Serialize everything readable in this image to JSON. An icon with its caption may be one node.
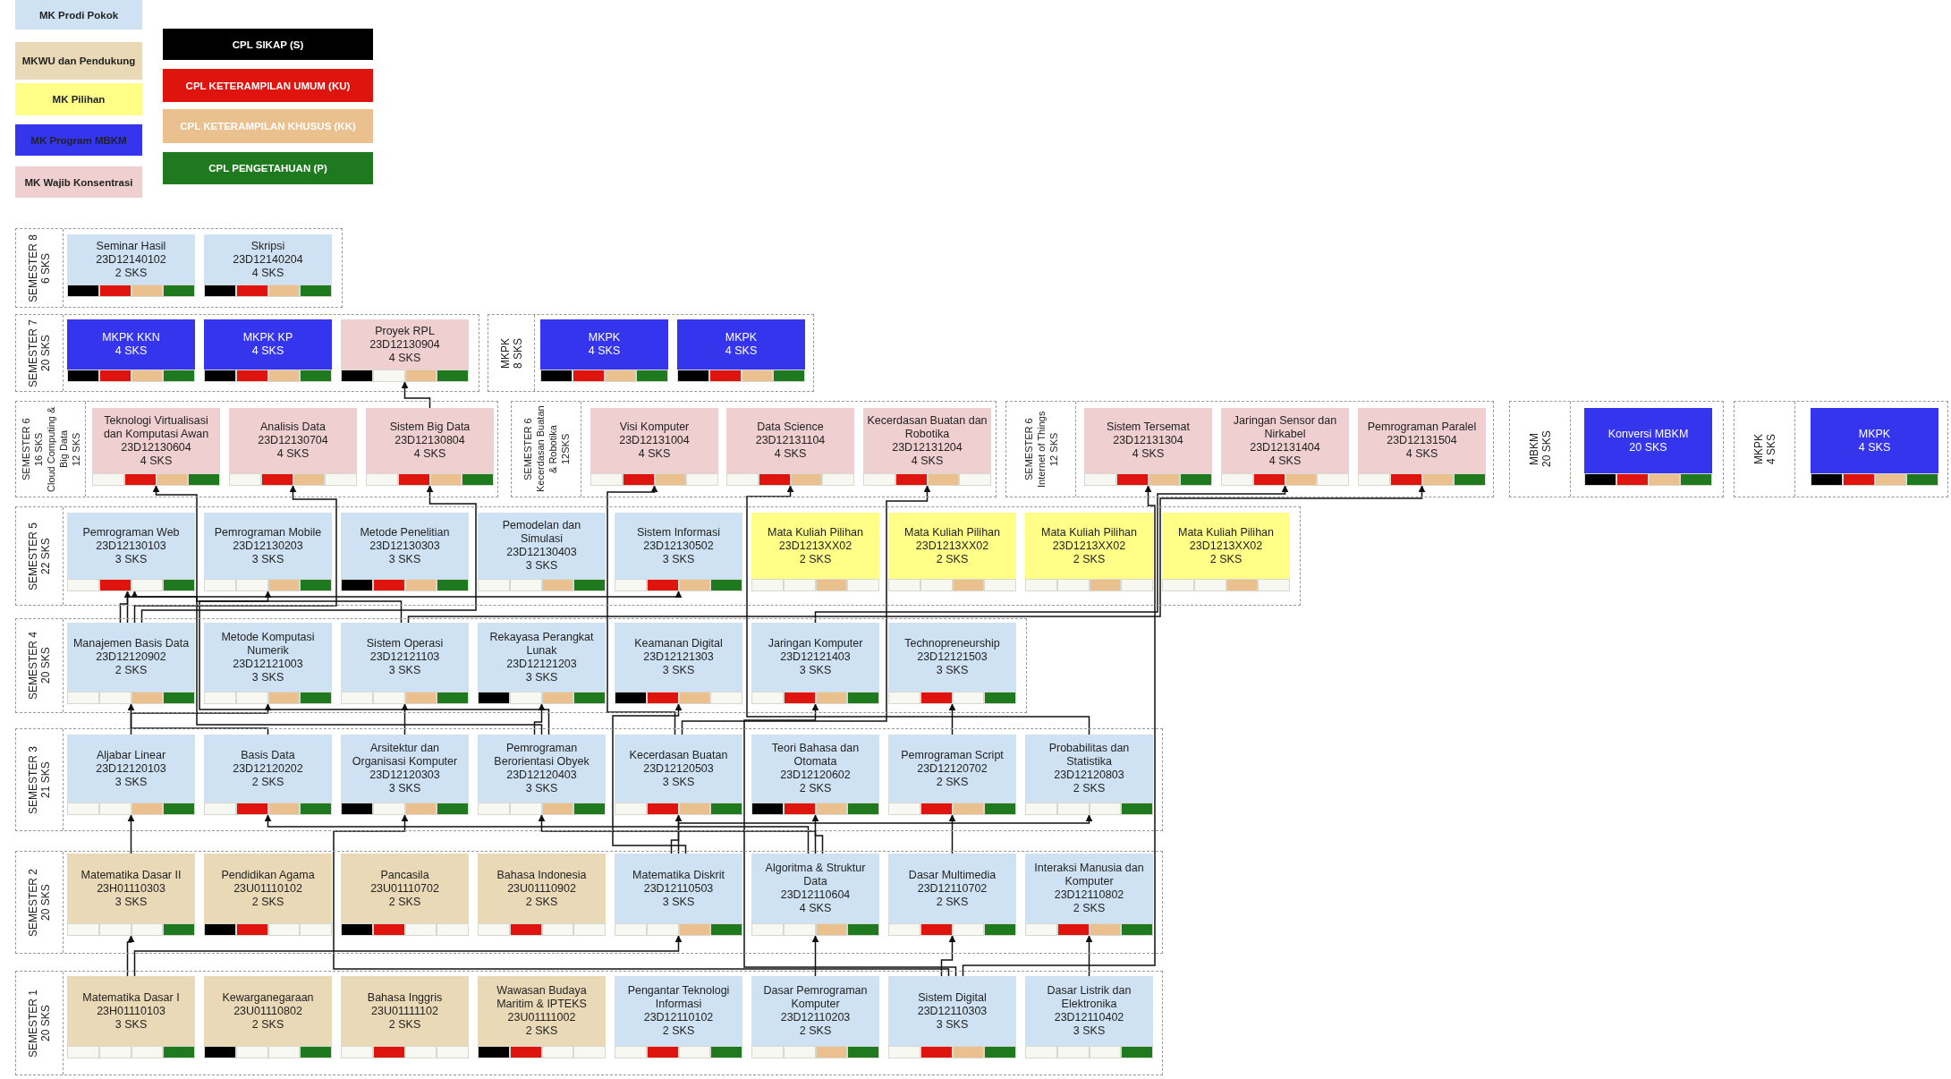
{
  "diagram": {
    "nodes": [
      {
        "text": [
          "SEMESTER 8",
          "6 SKS"
        ]
      },
      {
        "text": [
          "Seminar Hasil",
          "23D12140102",
          "2 SKS"
        ],
        "in": 0
      },
      {
        "text": [
          "Skripsi",
          "23D12140204",
          "4 SKS"
        ],
        "in": 0
      },
      {
        "text": [
          "SEMESTER 7",
          "20 SKS"
        ]
      },
      {
        "text": [
          "MKPK KKN",
          "4 SKS"
        ],
        "in": 3
      },
      {
        "text": [
          "MKPK KP",
          "4 SKS"
        ],
        "in": 3
      },
      {
        "text": [
          "Proyek RPL",
          "23D12130904",
          "4 SKS"
        ],
        "in": 3
      },
      {
        "text": [
          "MKPK",
          "8 SKS"
        ]
      },
      {
        "text": [
          "MKPK",
          "4 SKS"
        ],
        "in": 7
      },
      {
        "text": [
          "MKPK",
          "4 SKS"
        ],
        "in": 7
      },
      {
        "text": [
          "SEMESTER 6",
          "16 SKS",
          "Cloud Computing & Big Data",
          "12 SKS"
        ]
      },
      {
        "text": [
          "Teknologi Virtualisasi dan Komputasi Awan",
          "23D12130604",
          "4 SKS"
        ],
        "in": 10
      },
      {
        "text": [
          "Analisis Data",
          "23D12130704",
          "4 SKS"
        ],
        "in": 10
      },
      {
        "text": [
          "Sistem Big Data",
          "23D12130804",
          "4 SKS"
        ],
        "in": 10
      },
      {
        "text": [
          "SEMESTER 6",
          "Kecerdasan Buatan & Robotika",
          "12SKS"
        ]
      },
      {
        "text": [
          "Visi Komputer",
          "23D12131004",
          "4 SKS"
        ],
        "in": 14
      },
      {
        "text": [
          "Data Science",
          "23D12131104",
          "4 SKS"
        ],
        "in": 14
      },
      {
        "text": [
          "Kecerdasan Buatan dan Robotika",
          "23D12131204",
          "4 SKS"
        ],
        "in": 14
      },
      {
        "text": [
          "SEMESTER 6",
          "Internet of Things",
          "12 SKS"
        ]
      },
      {
        "text": [
          "Sistem Tersemat",
          "23D12131304",
          "4 SKS"
        ],
        "in": 18
      },
      {
        "text": [
          "Jaringan Sensor dan Nirkabel",
          "23D12131404",
          "4 SKS"
        ],
        "in": 18
      },
      {
        "text": [
          "Pemrograman Paralel",
          "23D12131504",
          "4 SKS"
        ],
        "in": 18
      },
      {
        "text": [
          "MBKM",
          "20 SKS"
        ]
      },
      {
        "text": [
          "Konversi MBKM",
          "20 SKS"
        ],
        "in": 22
      },
      {
        "text": [
          "MKPK",
          "4 SKS"
        ]
      },
      {
        "text": [
          "MKPK",
          "4 SKS"
        ],
        "in": 24
      },
      {
        "text": [
          "SEMESTER 5",
          "22 SKS"
        ]
      },
      {
        "text": [
          "Pemrograman Web",
          "23D12130103",
          "3 SKS"
        ],
        "in": 26
      },
      {
        "text": [
          "Pemrograman Mobile",
          "23D12130203",
          "3 SKS"
        ],
        "in": 26
      },
      {
        "text": [
          "Metode Penelitian",
          "23D12130303",
          "3 SKS"
        ],
        "in": 26
      },
      {
        "text": [
          "Pemodelan dan Simulasi",
          "23D12130403",
          "3 SKS"
        ],
        "in": 26
      },
      {
        "text": [
          "Sistem Informasi",
          "23D12130502",
          "3 SKS"
        ],
        "in": 26
      },
      {
        "text": [
          "Mata Kuliah Pilihan",
          "23D1213XX02",
          "2 SKS"
        ],
        "in": 26
      },
      {
        "text": [
          "Mata Kuliah Pilihan",
          "23D1213XX02",
          "2 SKS"
        ],
        "in": 26
      },
      {
        "text": [
          "Mata Kuliah Pilihan",
          "23D1213XX02",
          "2 SKS"
        ],
        "in": 26
      },
      {
        "text": [
          "Mata Kuliah Pilihan",
          "23D1213XX02",
          "2 SKS"
        ],
        "in": 26
      },
      {
        "text": [
          "SEMESTER 4",
          "20 SKS"
        ]
      },
      {
        "text": [
          "Manajemen Basis Data",
          "23D12120902",
          "2 SKS"
        ],
        "in": 36
      },
      {
        "text": [
          "Metode Komputasi Numerik",
          "23D12121003",
          "3 SKS"
        ],
        "in": 36
      },
      {
        "text": [
          "Sistem Operasi",
          "23D12121103",
          "3 SKS"
        ],
        "in": 36
      },
      {
        "text": [
          "Rekayasa Perangkat Lunak",
          "23D12121203",
          "3 SKS"
        ],
        "in": 36
      },
      {
        "text": [
          "Keamanan Digital",
          "23D12121303",
          "3 SKS"
        ],
        "in": 36
      },
      {
        "text": [
          "Jaringan Komputer",
          "23D12121403",
          "3 SKS"
        ],
        "in": 36
      },
      {
        "text": [
          "Technopreneurship",
          "23D12121503",
          "3 SKS"
        ],
        "in": 36
      },
      {
        "text": [
          "SEMESTER 3",
          "21 SKS"
        ]
      },
      {
        "text": [
          "Aljabar Linear",
          "23D12120103",
          "3 SKS"
        ],
        "in": 44
      },
      {
        "text": [
          "Basis Data",
          "23D12120202",
          "2 SKS"
        ],
        "in": 44
      },
      {
        "text": [
          "Arsitektur dan Organisasi Komputer",
          "23D12120303",
          "3 SKS"
        ],
        "in": 44
      },
      {
        "text": [
          "Pemrograman Berorientasi Obyek",
          "23D12120403",
          "3 SKS"
        ],
        "in": 44
      },
      {
        "text": [
          "Kecerdasan Buatan",
          "23D12120503",
          "3 SKS"
        ],
        "in": 44
      },
      {
        "text": [
          "Teori Bahasa dan Otomata",
          "23D12120602",
          "2 SKS"
        ],
        "in": 44
      },
      {
        "text": [
          "Pemrograman Script",
          "23D12120702",
          "2 SKS"
        ],
        "in": 44
      },
      {
        "text": [
          "Probabilitas dan Statistika",
          "23D12120803",
          "2 SKS"
        ],
        "in": 44
      },
      {
        "text": [
          "SEMESTER 2",
          "20 SKS"
        ]
      },
      {
        "text": [
          "Matematika Dasar II",
          "23H01110303",
          "3 SKS"
        ],
        "in": 53
      },
      {
        "text": [
          "Pendidikan Agama",
          "23U01110102",
          "2 SKS"
        ],
        "in": 53
      },
      {
        "text": [
          "Pancasila",
          "23U01110702",
          "2 SKS"
        ],
        "in": 53
      },
      {
        "text": [
          "Bahasa Indonesia",
          "23U01110902",
          "2 SKS"
        ],
        "in": 53
      },
      {
        "text": [
          "Matematika Diskrit",
          "23D12110503",
          "3 SKS"
        ],
        "in": 53
      },
      {
        "text": [
          "Algoritma & Struktur Data",
          "23D12110604",
          "4 SKS"
        ],
        "in": 53
      },
      {
        "text": [
          "Dasar Multimedia",
          "23D12110702",
          "2 SKS"
        ],
        "in": 53
      },
      {
        "text": [
          "Interaksi Manusia dan Komputer",
          "23D12110802",
          "2 SKS"
        ],
        "in": 53
      },
      {
        "text": [
          "SEMESTER 1",
          "20 SKS"
        ]
      },
      {
        "text": [
          "Matematika Dasar I",
          "23H01110103",
          "3 SKS"
        ],
        "in": 62
      },
      {
        "text": [
          "Kewarganegaraan",
          "23U01110802",
          "2 SKS"
        ],
        "in": 62
      },
      {
        "text": [
          "Bahasa Inggris",
          "23U01111102",
          "2 SKS"
        ],
        "in": 62
      },
      {
        "text": [
          "Wawasan Budaya Maritim & IPTEKS",
          "23U01111002",
          "2 SKS"
        ],
        "in": 62
      },
      {
        "text": [
          "Pengantar Teknologi Informasi",
          "23D12110102",
          "2 SKS"
        ],
        "in": 62
      },
      {
        "text": [
          "Dasar Pemrograman Komputer",
          "23D12110203",
          "2 SKS"
        ],
        "in": 62
      },
      {
        "text": [
          "Sistem Digital",
          "23D12110303",
          "3 SKS"
        ],
        "in": 62
      },
      {
        "text": [
          "Dasar Listrik dan Elektronika",
          "23D12110402",
          "3 SKS"
        ],
        "in": 62
      }
    ],
    "edges": [
      {
        "from": 63,
        "to": 54,
        "arrow": "to"
      },
      {
        "from": 54,
        "to": 45,
        "arrow": "to"
      },
      {
        "from": 63,
        "to": 58,
        "arrow": "to"
      },
      {
        "from": 68,
        "to": 59,
        "arrow": "to"
      },
      {
        "from": 69,
        "to": 60,
        "arrow": "to"
      },
      {
        "from": 70,
        "to": 61,
        "arrow": "to"
      },
      {
        "from": 69,
        "to": 47,
        "arrow": "to"
      },
      {
        "from": 59,
        "to": 46,
        "arrow": "to"
      },
      {
        "from": 59,
        "to": 48,
        "arrow": "to"
      },
      {
        "from": 59,
        "to": 50,
        "arrow": "to"
      },
      {
        "from": 58,
        "to": 49,
        "arrow": "to"
      },
      {
        "from": 60,
        "to": 51,
        "arrow": "to"
      },
      {
        "from": 58,
        "to": 52,
        "arrow": "to"
      },
      {
        "from": 46,
        "to": 37,
        "arrow": "to"
      },
      {
        "from": 45,
        "to": 38,
        "arrow": "to"
      },
      {
        "from": 47,
        "to": 39,
        "arrow": "to"
      },
      {
        "from": 48,
        "to": 40,
        "arrow": "to"
      },
      {
        "from": 58,
        "to": 41,
        "arrow": "to"
      },
      {
        "from": 69,
        "to": 42,
        "arrow": "to"
      },
      {
        "from": 51,
        "to": 43,
        "arrow": "to"
      },
      {
        "from": 37,
        "to": 27,
        "arrow": "to"
      },
      {
        "from": 48,
        "to": 27,
        "arrow": "to"
      },
      {
        "from": 48,
        "to": 28,
        "arrow": "to"
      },
      {
        "from": 37,
        "to": 31,
        "arrow": "to"
      },
      {
        "from": 39,
        "to": 11,
        "arrow": "to"
      },
      {
        "from": 37,
        "to": 12,
        "arrow": "to"
      },
      {
        "from": 37,
        "to": 13,
        "arrow": "to"
      },
      {
        "from": 49,
        "to": 15,
        "arrow": "to"
      },
      {
        "from": 52,
        "to": 16,
        "arrow": "to"
      },
      {
        "from": 49,
        "to": 17,
        "arrow": "to"
      },
      {
        "from": 69,
        "to": 19,
        "arrow": "to"
      },
      {
        "from": 42,
        "to": 20,
        "arrow": "to"
      },
      {
        "from": 39,
        "to": 21,
        "arrow": "to"
      },
      {
        "from": 13,
        "to": 6,
        "arrow": "to"
      }
    ],
    "legend": [
      {
        "text": "MK Prodi Pokok",
        "color": "#cfe2f3"
      },
      {
        "text": "MKWU dan Pendukung",
        "color": "#ead9b6"
      },
      {
        "text": "MK Pilihan",
        "color": "#ffff88"
      },
      {
        "text": "MK Program MBKM",
        "color": "#3535ee"
      },
      {
        "text": "MK Wajib Konsentrasi",
        "color": "#efcfcf"
      },
      {
        "text": "CPL SIKAP (S)",
        "color": "#000000"
      },
      {
        "text": "CPL KETERAMPILAN UMUM (KU)",
        "color": "#e0140f"
      },
      {
        "text": "CPL KETERAMPILAN KHUSUS (KK)",
        "color": "#eac08e"
      },
      {
        "text": "CPL PENGETAHUAN (P)",
        "color": "#1f7a1f"
      }
    ]
  }
}
